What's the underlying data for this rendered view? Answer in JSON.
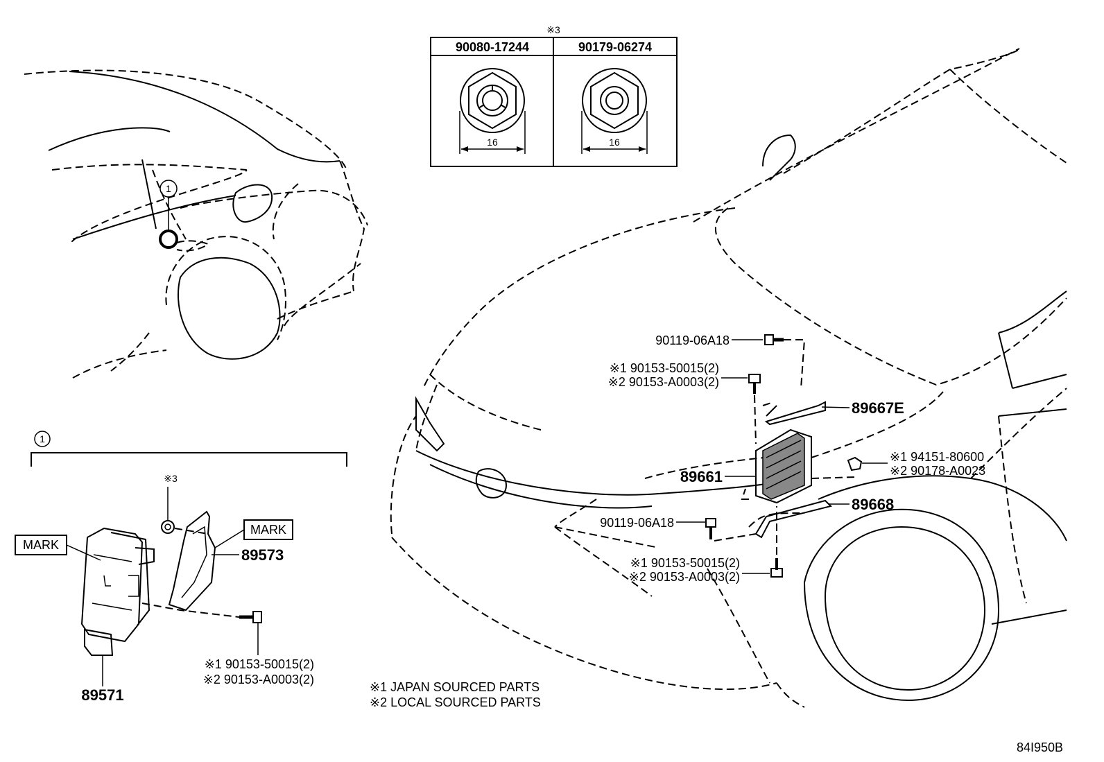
{
  "table": {
    "marker": "※3",
    "col1_part": "90080-17244",
    "col2_part": "90179-06274",
    "col1_dim": "16",
    "col2_dim": "16"
  },
  "callouts": {
    "circle_1_top": "1",
    "circle_1_bottom": "1"
  },
  "inset": {
    "mark_left": "MARK",
    "mark_right": "MARK",
    "marker3": "※3",
    "part_89573": "89573",
    "part_89571": "89571",
    "bolt_line1": "※1 90153-50015(2)",
    "bolt_line2": "※2 90153-A0003(2)"
  },
  "main": {
    "bolt_top": "90119-06A18",
    "bolt_top_j1": "※1 90153-50015(2)",
    "bolt_top_j2": "※2 90153-A0003(2)",
    "part_89667E": "89667E",
    "part_89661": "89661",
    "nut_j1": "※1 94151-80600",
    "nut_j2": "※2 90178-A0023",
    "part_89668": "89668",
    "bolt_mid": "90119-06A18",
    "bolt_bot_j1": "※1 90153-50015(2)",
    "bolt_bot_j2": "※2 90153-A0003(2)"
  },
  "legend": {
    "line1": "※1 JAPAN SOURCED PARTS",
    "line2": "※2 LOCAL SOURCED PARTS"
  },
  "figure_id": "84I950B"
}
